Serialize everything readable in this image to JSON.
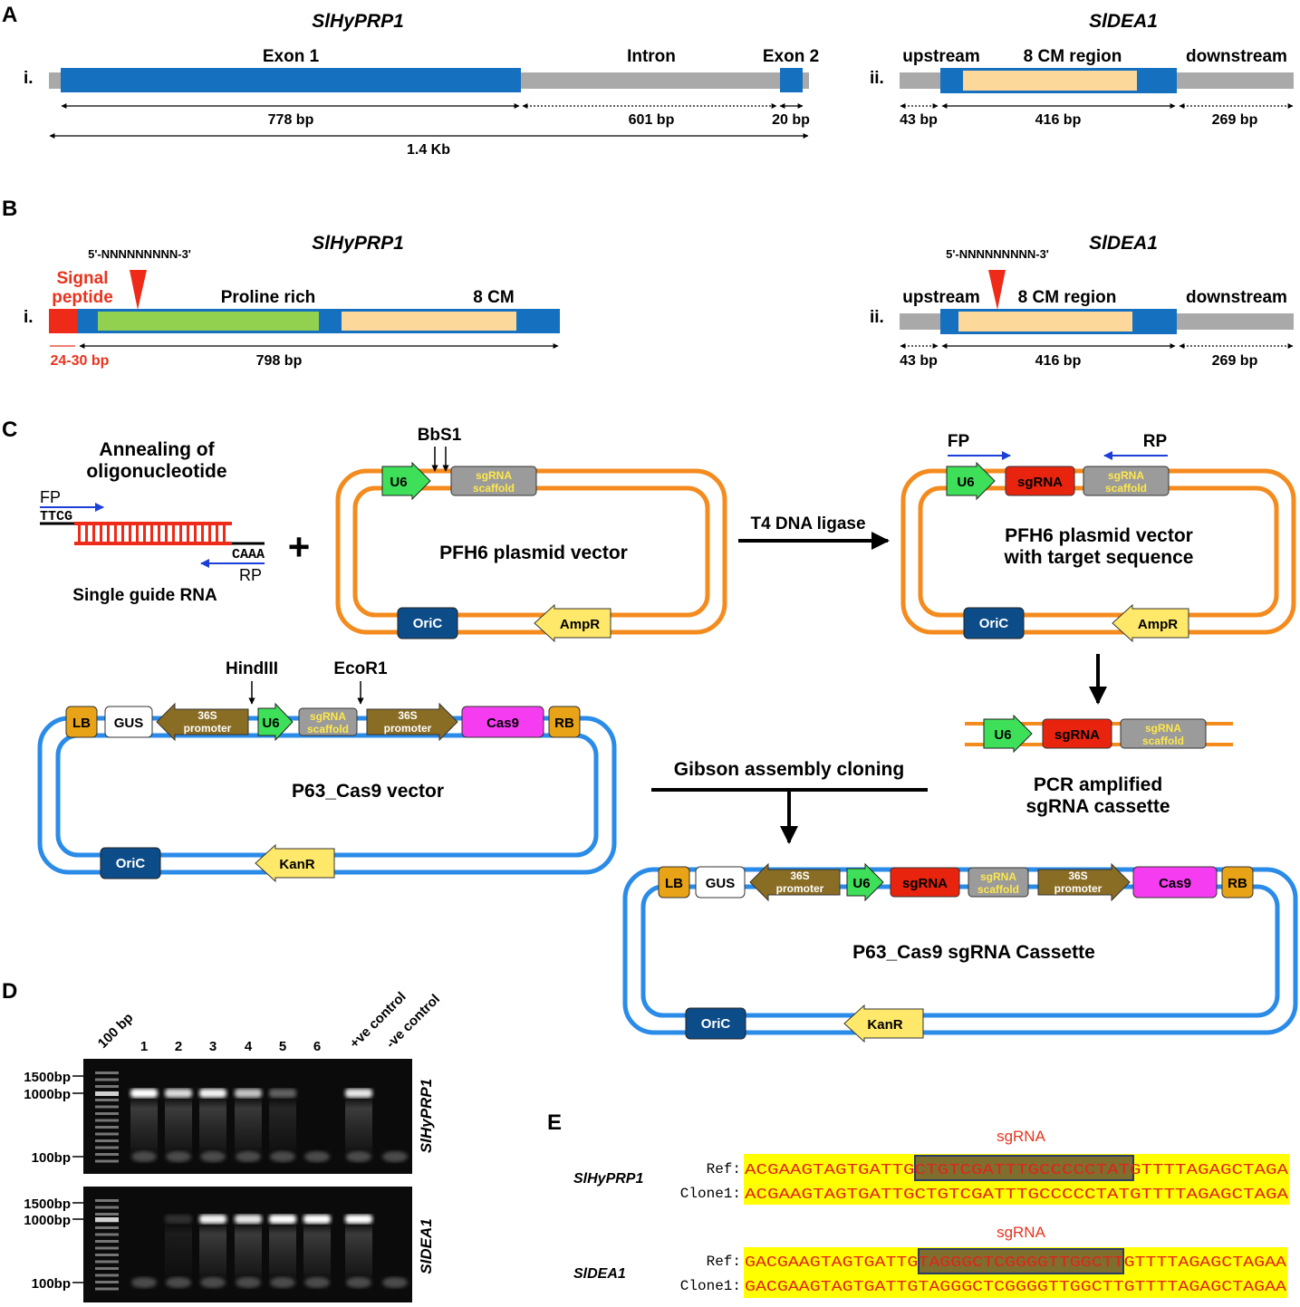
{
  "panels": {
    "a": "A",
    "b": "B",
    "c": "C",
    "d": "D",
    "e": "E"
  },
  "colors": {
    "exon_blue": "#1670c0",
    "intron_gray": "#a9a9a9",
    "cm_fill": "#fcd89a",
    "proline_green": "#92d050",
    "signal_red": "#ee2a18",
    "backbone_orange": "#f48b1e",
    "backbone_blue": "#2a8be8",
    "u6_green": "#3ee05a",
    "scaffold_gray": "#9b9b9b",
    "sgrna_red": "#e8240f",
    "promoter_brown": "#8a6d24",
    "cas9_magenta": "#f53cf0",
    "border_orange": "#e9a316",
    "oric_navy": "#0c4c88",
    "resistance_yellow": "#ffe86a",
    "annot_yellow": "#ffff00"
  },
  "panel_a": {
    "left": {
      "gene": "SlHyPRP1",
      "roman": "i.",
      "labels": {
        "exon1": "Exon 1",
        "intron": "Intron",
        "exon2": "Exon 2"
      },
      "lengths": {
        "exon1": "778 bp",
        "intron": "601 bp",
        "exon2": "20 bp",
        "total": "1.4 Kb"
      }
    },
    "right": {
      "gene": "SlDEA1",
      "roman": "ii.",
      "labels": {
        "upstream": "upstream",
        "cm": "8 CM region",
        "downstream": "downstream"
      },
      "lengths": {
        "upstream": "43 bp",
        "cm": "416 bp",
        "downstream": "269 bp"
      }
    }
  },
  "panel_b": {
    "left": {
      "gene": "SlHyPRP1",
      "roman": "i.",
      "target": "5'-NNNNNNNNN-3'",
      "labels": {
        "signal1": "Signal",
        "signal2": "peptide",
        "proline": "Proline rich",
        "cm": "8 CM"
      },
      "lengths": {
        "signal": "24-30 bp",
        "rest": "798 bp"
      }
    },
    "right": {
      "gene": "SlDEA1",
      "roman": "ii.",
      "target": "5'-NNNNNNNNN-3'",
      "labels": {
        "upstream": "upstream",
        "cm": "8 CM region",
        "downstream": "downstream"
      },
      "lengths": {
        "upstream": "43 bp",
        "cm": "416 bp",
        "downstream": "269 bp"
      }
    }
  },
  "panel_c": {
    "oligo": {
      "title1": "Annealing of",
      "title2": "oligonucleotide",
      "fp": "FP",
      "rp": "RP",
      "overhang1": "TTCG",
      "overhang2": "CAAA",
      "caption": "Single guide RNA"
    },
    "plus": "+",
    "enzyme_bbs": "BbS1",
    "pfh6": {
      "name": "PFH6 plasmid vector"
    },
    "ligase": "T4 DNA ligase",
    "pfh6_target": {
      "name1": "PFH6 plasmid vector",
      "name2": "with target sequence",
      "fp": "FP",
      "rp": "RP"
    },
    "elements": {
      "u6": "U6",
      "scaffold1": "sgRNA",
      "scaffold2": "scaffold",
      "sgrna": "sgRNA",
      "oric": "OriC",
      "ampr": "AmpR",
      "kanr": "KanR",
      "lb": "LB",
      "rb": "RB",
      "gus": "GUS",
      "promoter1": "36S",
      "promoter2": "promoter",
      "cas9": "Cas9"
    },
    "pcr": {
      "line1": "PCR amplified",
      "line2": "sgRNA cassette"
    },
    "p63": {
      "name": "P63_Cas9 vector",
      "hind": "HindIII",
      "eco": "EcoR1"
    },
    "gibson": "Gibson assembly cloning",
    "final": {
      "name": "P63_Cas9 sgRNA Cassette"
    }
  },
  "panel_d": {
    "lanes": [
      "100 bp",
      "1",
      "2",
      "3",
      "4",
      "5",
      "6",
      "+ve control",
      "-ve control"
    ],
    "markers": [
      "1500bp",
      "1000bp",
      "100bp"
    ],
    "gels": [
      {
        "gene": "SlHyPRP1",
        "band_intensity": [
          1.0,
          0.85,
          0.95,
          0.75,
          0.35,
          0.0,
          0.9,
          0.0
        ]
      },
      {
        "gene": "SlDEA1",
        "band_intensity": [
          0.0,
          0.15,
          0.95,
          0.9,
          1.0,
          1.0,
          1.0,
          0.0
        ]
      }
    ]
  },
  "panel_e": {
    "rows": [
      {
        "gene": "SlHyPRP1",
        "sg": "sgRNA",
        "ref_label": "Ref:",
        "clone_label": "Clone1:",
        "ref": "ACGAAGTAGTGATTGCTGTCGATTTGCCCCCTATGTTTTAGAGCTAGA",
        "clone": "ACGAAGTAGTGATTGCTGTCGATTTGCCCCCTATGTTTTAGAGCTAGA"
      },
      {
        "gene": "SlDEA1",
        "sg": "sgRNA",
        "ref_label": "Ref:",
        "clone_label": "Clone1:",
        "ref": "GACGAAGTAGTGATTGTAGGGCTCGGGGTTGGCTTGTTTTAGAGCTAGAA",
        "clone": "GACGAAGTAGTGATTGTAGGGCTCGGGGTTGGCTTGTTTTAGAGCTAGAA"
      }
    ]
  }
}
